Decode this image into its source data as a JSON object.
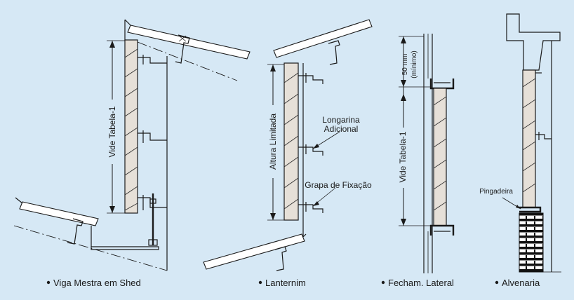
{
  "figures": [
    {
      "caption": "Viga Mestra em Shed",
      "dimension": "Vide Tabela-1"
    },
    {
      "caption": "Lanternim",
      "dimension": "Altura Limitada",
      "callouts": [
        "Longarina",
        "Adicional",
        "Grapa de Fixação"
      ]
    },
    {
      "caption": "Fecham. Lateral",
      "dimension": "Vide Tabela-1",
      "top_dimension": [
        "50 mm",
        "(mínimo)"
      ]
    },
    {
      "caption": "Alvenaria",
      "callout": "Pingadeira"
    }
  ],
  "colors": {
    "background": "#d6e8f5",
    "panel": "#e6e0d8",
    "line": "#1a1a1a"
  }
}
